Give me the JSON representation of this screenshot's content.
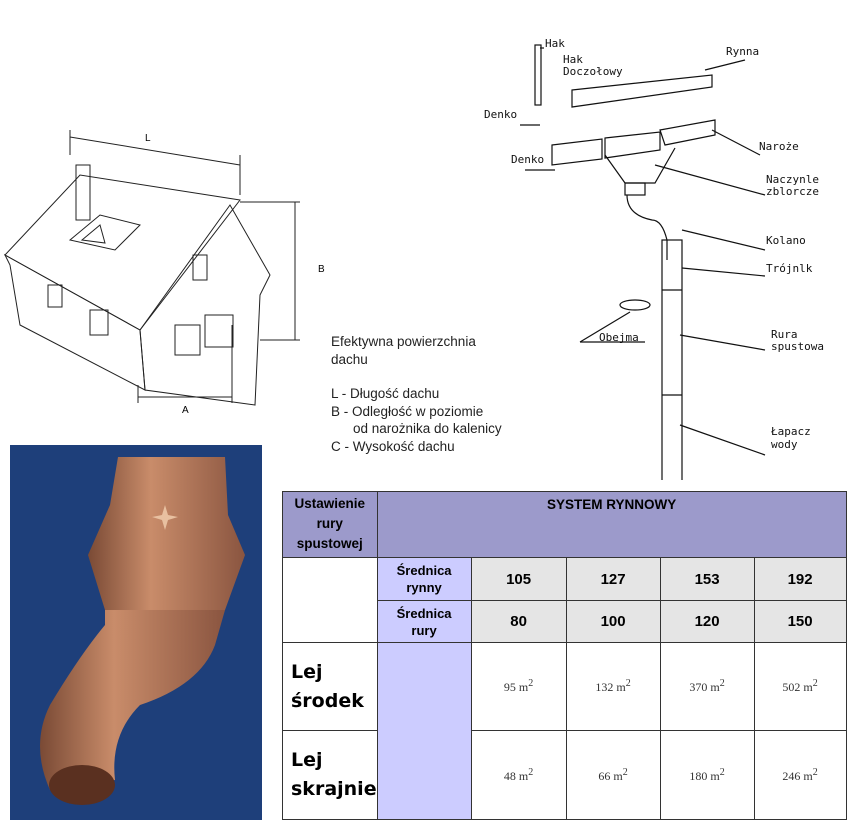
{
  "house_diagram": {
    "dim_L": "L",
    "dim_B": "B",
    "dim_A": "A"
  },
  "legend": {
    "title": "Efektywna powierzchnia dachu",
    "items": [
      "L - Długość dachu",
      "B - Odległość w poziomie",
      "od narożnika do kalenicy",
      "C - Wysokość dachu"
    ]
  },
  "gutter_diagram": {
    "labels": {
      "hak": "Hak",
      "hak_doczolowy_1": "Hak",
      "hak_doczolowy_2": "Doczołowy",
      "rynna": "Rynna",
      "denko_top": "Denko",
      "denko": "Denko",
      "naroze": "Naroże",
      "naczynie_1": "Naczynle",
      "naczynie_2": "zblorcze",
      "kolano": "Kolano",
      "trojnik": "Trójnlk",
      "obejma": "Obejma",
      "rura_1": "Rura",
      "rura_2": "spustowa",
      "lapacz_1": "Łapacz",
      "lapacz_2": "wody"
    }
  },
  "table": {
    "corner_header": [
      "Ustawienie",
      "rury",
      "spustowej"
    ],
    "system_header": "SYSTEM RYNNOWY",
    "row_gutter": {
      "label": [
        "Średnica",
        "rynny"
      ],
      "values": [
        "105",
        "127",
        "153",
        "192"
      ]
    },
    "row_pipe": {
      "label": [
        "Średnica",
        "rury"
      ],
      "values": [
        "80",
        "100",
        "120",
        "150"
      ]
    },
    "rows": [
      {
        "label": [
          "Lej",
          "środek"
        ],
        "values": [
          "95 m",
          "132 m",
          "370 m",
          "502 m"
        ],
        "unit_sup": "2"
      },
      {
        "label": [
          "Lej",
          "skrajnie"
        ],
        "values": [
          "48 m",
          "66 m",
          "180 m",
          "246 m"
        ],
        "unit_sup": "2"
      }
    ]
  },
  "colors": {
    "header": "#9c9acb",
    "sub": "#ccccff",
    "num": "#e5e5e5",
    "photo_bg": "#1e3f7a",
    "copper": "#b8724f"
  }
}
